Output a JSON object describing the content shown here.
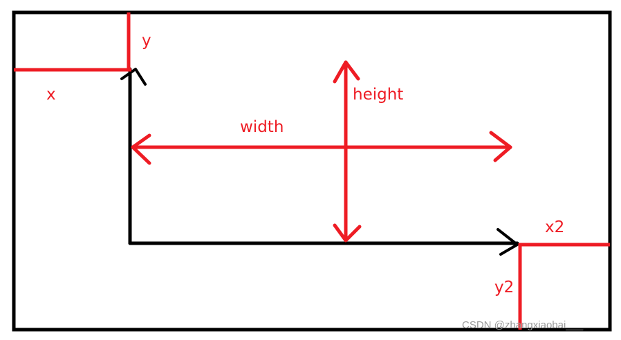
{
  "colors": {
    "annotation": "#ee1c24",
    "outline": "#000000",
    "background": "#ffffff",
    "watermark": "#9a9a9a"
  },
  "labels": {
    "x": "x",
    "y": "y",
    "width": "width",
    "height": "height",
    "x2": "x2",
    "y2": "y2"
  },
  "watermark": {
    "text": "CSDN @zhangxiaobai___"
  }
}
